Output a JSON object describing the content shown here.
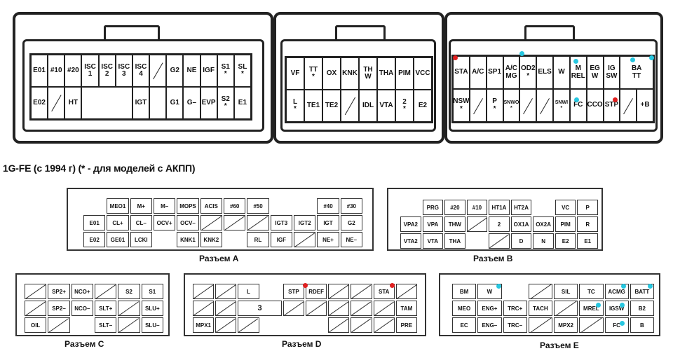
{
  "heading": "1G-FE (с 1994 г) (* - для моделей с АКПП)",
  "colors": {
    "red_marker": "#e02020",
    "cyan_marker": "#27c7e0"
  },
  "top": {
    "left": {
      "rows": [
        [
          "E01",
          "#10",
          "#20",
          "ISC\n1",
          "ISC\n2",
          "ISC\n3",
          "ISC\n4",
          "/",
          "G2",
          "NE",
          "IGF",
          "S1\n*",
          "SL\n*"
        ],
        [
          "E02",
          "/",
          "HT",
          "",
          "",
          "",
          "IGT",
          "",
          "G1",
          "G–",
          "EVP",
          "S2\n*",
          "E1"
        ]
      ]
    },
    "middle": {
      "rows": [
        [
          "VF",
          "TT\n*",
          "OX",
          "KNK",
          "TH\nW",
          "THA",
          "PIM",
          "VCC"
        ],
        [
          "L\n*",
          "TE1",
          "TE2",
          "/",
          "IDL",
          "VTA",
          "2\n*",
          "E2"
        ]
      ]
    },
    "right": {
      "rows": [
        [
          "STA",
          "A/C",
          "SP1",
          "A/C\nMG",
          "OD2\n*",
          "ELS",
          "W",
          "M\nREL",
          "EG\nW",
          "IG\nSW",
          "BA\nTT"
        ],
        [
          "NSW\n*",
          "/",
          "P\n*",
          "SNWO\n*",
          "/",
          "/",
          "SNWI\n*",
          "FC",
          "CCO",
          "STP",
          "/",
          "+B"
        ]
      ]
    }
  },
  "bottom": {
    "A": {
      "label": "Разъем A",
      "rows": [
        [
          "MEO1",
          "M+",
          "M–",
          "MOPS",
          "ACIS",
          "#60",
          "#50",
          "",
          "#40",
          "#30"
        ],
        [
          "E01",
          "CL+",
          "CL–",
          "OCV+",
          "OCV–",
          "/",
          "/",
          "/",
          "IGT3",
          "IGT2",
          "IGT",
          "G2"
        ],
        [
          "E02",
          "GE01",
          "LCKI",
          "",
          "KNK1",
          "KNK2",
          "",
          "RL",
          "IGF",
          "/",
          "NE+",
          "NE–"
        ]
      ]
    },
    "B": {
      "label": "Разъем B",
      "rows": [
        [
          "PRG",
          "#20",
          "#10",
          "HT1A",
          "HT2A",
          "",
          "VC",
          "P"
        ],
        [
          "VPA2",
          "VPA",
          "THW",
          "/",
          "2",
          "OX1A",
          "OX2A",
          "PIM",
          "R"
        ],
        [
          "VTA2",
          "VTA",
          "THA",
          "",
          "/",
          "D",
          "N",
          "E2",
          "E1"
        ]
      ]
    },
    "C": {
      "label": "Разъем C",
      "rows": [
        [
          "/",
          "SP2+",
          "NCO+",
          "/",
          "S2",
          "S1"
        ],
        [
          "/",
          "SP2–",
          "NCO–",
          "SLT+",
          "/",
          "SLU+"
        ],
        [
          "OIL",
          "/",
          "",
          "SLT–",
          "/",
          "SLU–"
        ]
      ]
    },
    "D": {
      "label": "Разъем D",
      "rows": [
        [
          "/",
          "/",
          "L",
          "",
          "STP",
          "RDEF",
          "/",
          "/",
          "STA",
          "/"
        ],
        [
          "/",
          "/",
          "3",
          "/",
          "/",
          "/",
          "/",
          "/",
          "TAM"
        ],
        [
          "MPX1",
          "/",
          "/",
          "",
          "/",
          "/",
          "/",
          "PRE"
        ]
      ]
    },
    "E": {
      "label": "Разъем E",
      "rows": [
        [
          "BM",
          "W",
          "",
          "/",
          "SIL",
          "TC",
          "ACMG",
          "BATT"
        ],
        [
          "MEO",
          "ENG+",
          "TRC+",
          "TACH",
          "/",
          "MREL",
          "IGSW",
          "B2"
        ],
        [
          "EC",
          "ENG–",
          "TRC–",
          "/",
          "MPX2",
          "/",
          "FC",
          "B"
        ]
      ]
    }
  }
}
